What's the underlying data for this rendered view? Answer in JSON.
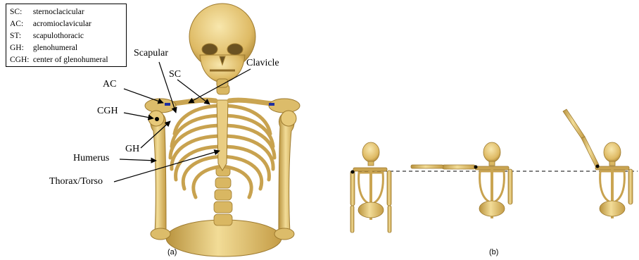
{
  "legend": [
    {
      "abbr": "SC:",
      "text": "sternoclacicular"
    },
    {
      "abbr": "AC:",
      "text": "acromioclavicular"
    },
    {
      "abbr": "ST:",
      "text": "scapulothoracic"
    },
    {
      "abbr": "GH:",
      "text": "glenohumeral"
    },
    {
      "abbr": "CGH:",
      "text": "center of glenohumeral"
    }
  ],
  "labels": {
    "scapular": "Scapular",
    "clavicle": "Clavicle",
    "sc": "SC",
    "ac": "AC",
    "cgh": "CGH",
    "gh": "GH",
    "humerus": "Humerus",
    "thorax": "Thorax/Torso"
  },
  "captions": {
    "a": "(a)",
    "b": "(b)"
  },
  "colors": {
    "bone": "#e6c77a",
    "bone_dark": "#b8923d",
    "bone_light": "#f6e4a8",
    "joint_marker": "#1f2fa0",
    "line": "#000000"
  }
}
